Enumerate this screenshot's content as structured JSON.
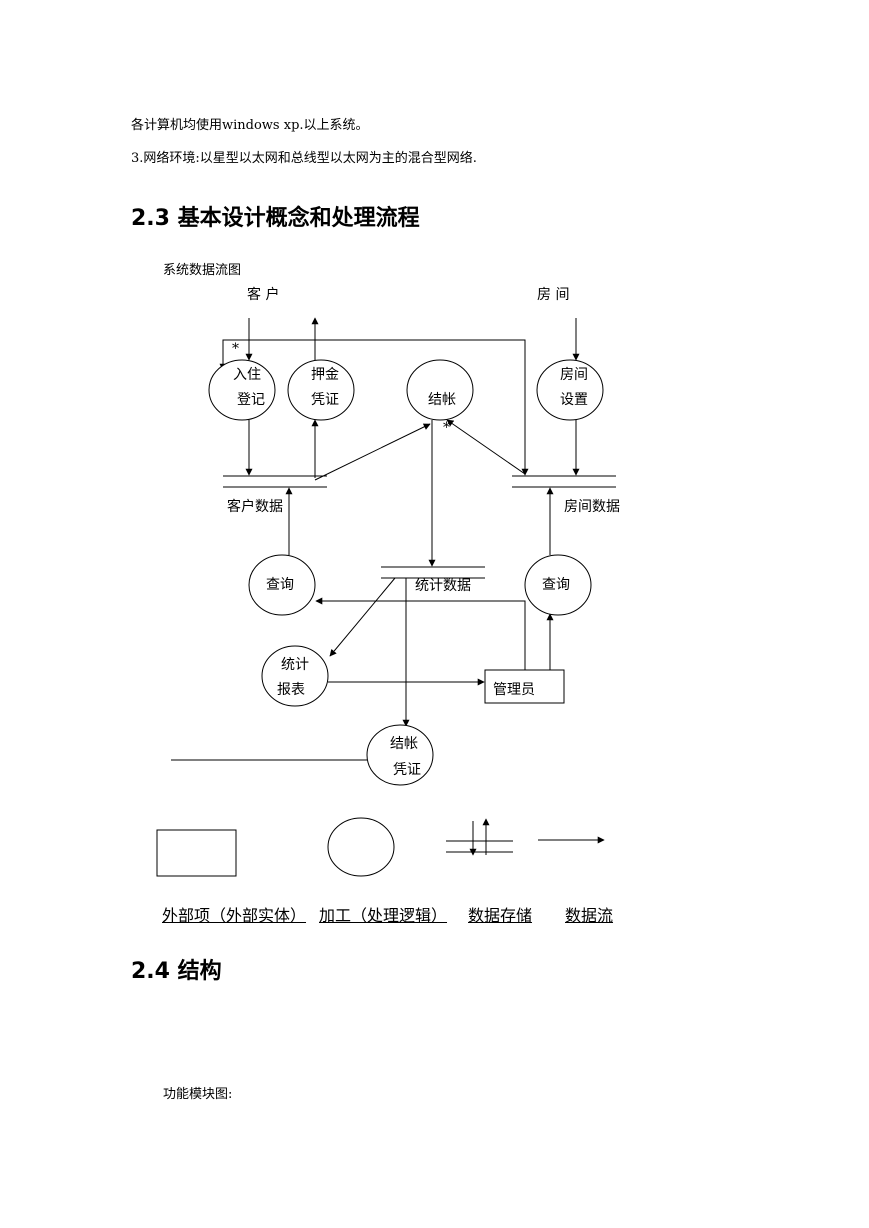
{
  "doc": {
    "line1": "各计算机均使用windows xp.以上系统。",
    "line2": "3.网络环境:以星型以太网和总线型以太网为主的混合型网络.",
    "heading_23": "2.3 基本设计概念和处理流程",
    "caption_dataflow": "系统数据流图",
    "heading_24": "2.4 结构",
    "caption_modules": "功能模块图:"
  },
  "diagram": {
    "entities": {
      "customer": "客 户",
      "room": "房 间",
      "manager": "管理员"
    },
    "processes": {
      "checkin_l1": "入住",
      "checkin_l2": "登记",
      "deposit_l1": "押金",
      "deposit_l2": "凭证",
      "checkout": "结帐",
      "roomset_l1": "房间",
      "roomset_l2": "设置",
      "query_left": "查询",
      "query_right": "查询",
      "report_l1": "统计",
      "report_l2": "报表",
      "receipt_l1": "结帐",
      "receipt_l2": "凭证"
    },
    "stores": {
      "customer_data": "客户数据",
      "stat_data": "统计数据",
      "room_data": "房间数据"
    },
    "marks": {
      "star1": "*",
      "star2": "*"
    }
  },
  "legend": {
    "external": "外部项（外部实体）",
    "process": "加工（处理逻辑）",
    "store": "数据存储",
    "flow": "数据流"
  }
}
